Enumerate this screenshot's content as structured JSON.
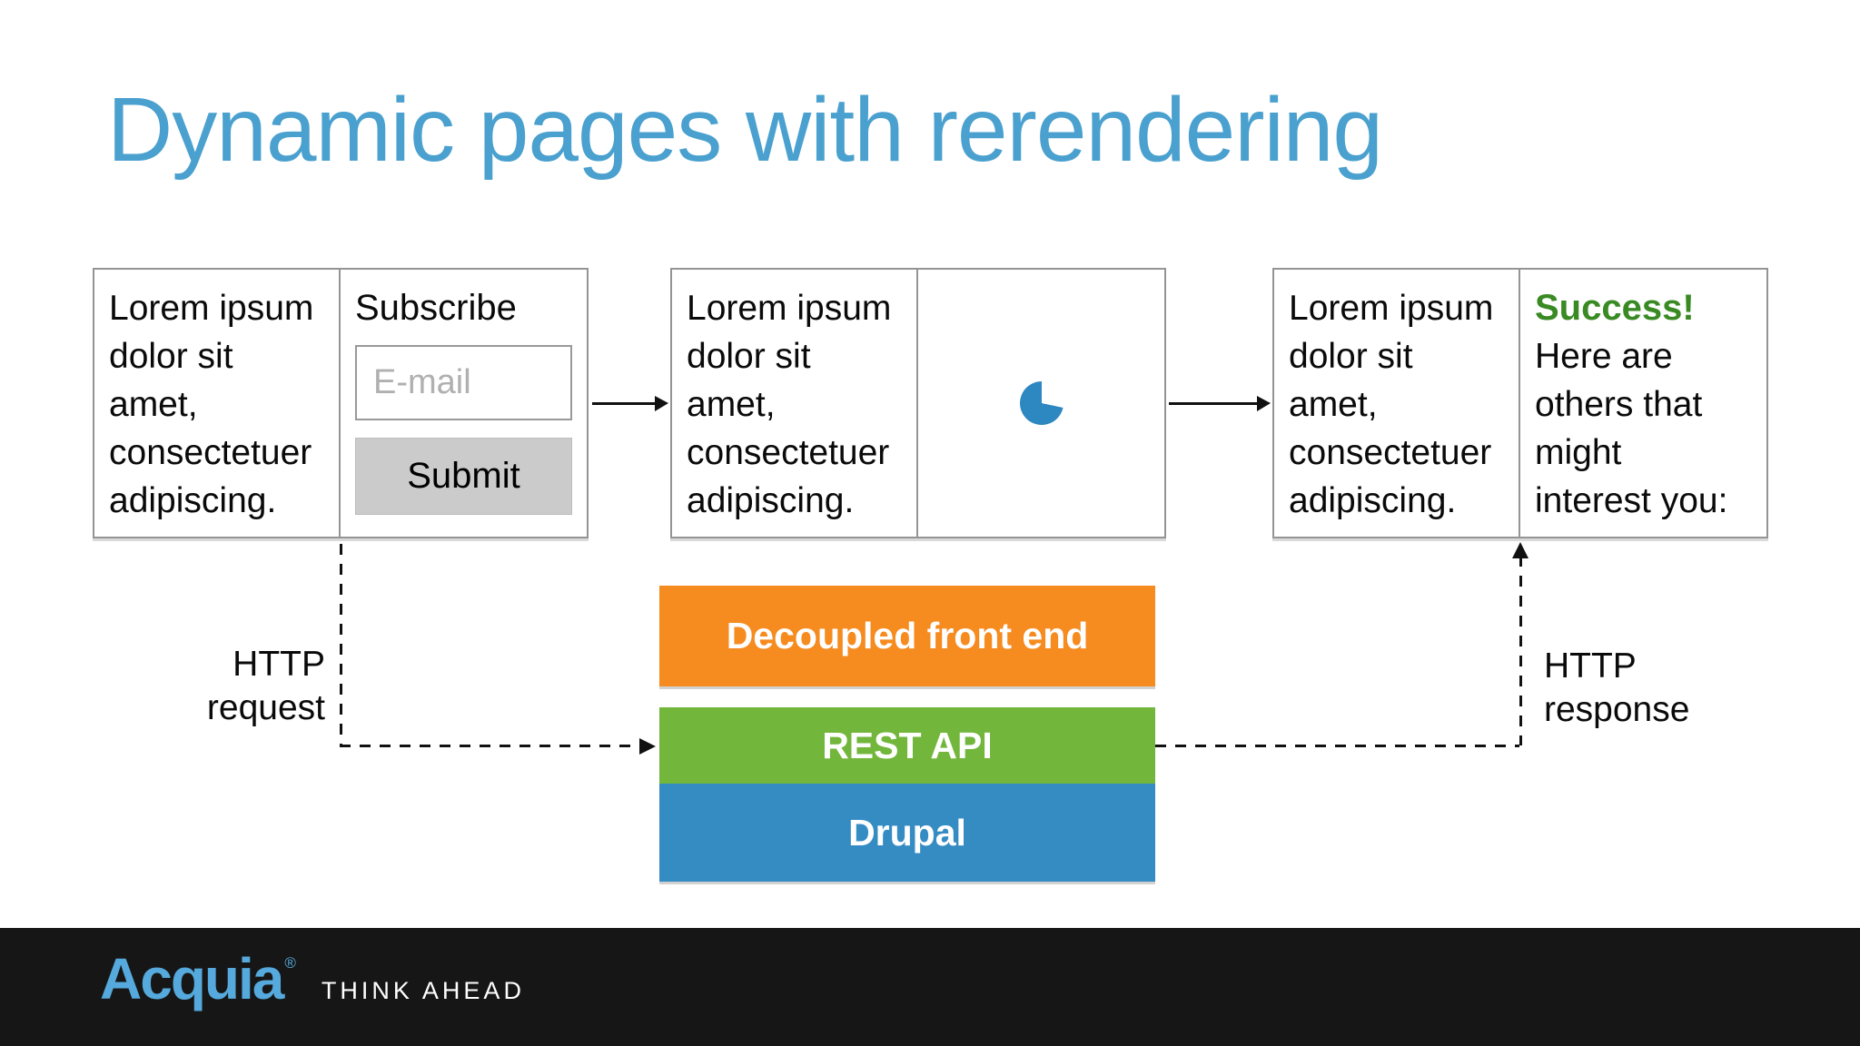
{
  "title": "Dynamic pages with rerendering",
  "boxes": {
    "first": {
      "lorem": "Lorem ipsum\ndolor sit\namet,\nconsectetuer\nadipiscing.",
      "subscribe_heading": "Subscribe",
      "email_placeholder": "E-mail",
      "submit_label": "Submit"
    },
    "second": {
      "lorem": "Lorem ipsum\ndolor sit\namet,\nconsectetuer\nadipiscing.",
      "spinner_icon": "loading-spinner"
    },
    "third": {
      "lorem": "Lorem ipsum\ndolor sit\namet,\nconsectetuer\nadipiscing.",
      "success_heading": "Success!",
      "success_message": "Here are\nothers that\nmight\ninterest you:"
    }
  },
  "annotations": {
    "http_request": "HTTP\nrequest",
    "http_response": "HTTP\nresponse"
  },
  "stack": {
    "layers": [
      {
        "label": "Decoupled front end",
        "color": "#F68B1F"
      },
      {
        "label": "REST API",
        "color": "#72B63C"
      },
      {
        "label": "Drupal",
        "color": "#358CC3"
      }
    ]
  },
  "footer": {
    "logo": "Acquia",
    "registered_mark": "®",
    "tagline": "THINK AHEAD"
  },
  "colors": {
    "title_blue": "#4AA0CE",
    "success_green": "#3A8A24",
    "spinner_blue": "#2D87C0",
    "box_border_gray": "#949494",
    "footer_black": "#161616",
    "logo_blue": "#55A9DC"
  }
}
